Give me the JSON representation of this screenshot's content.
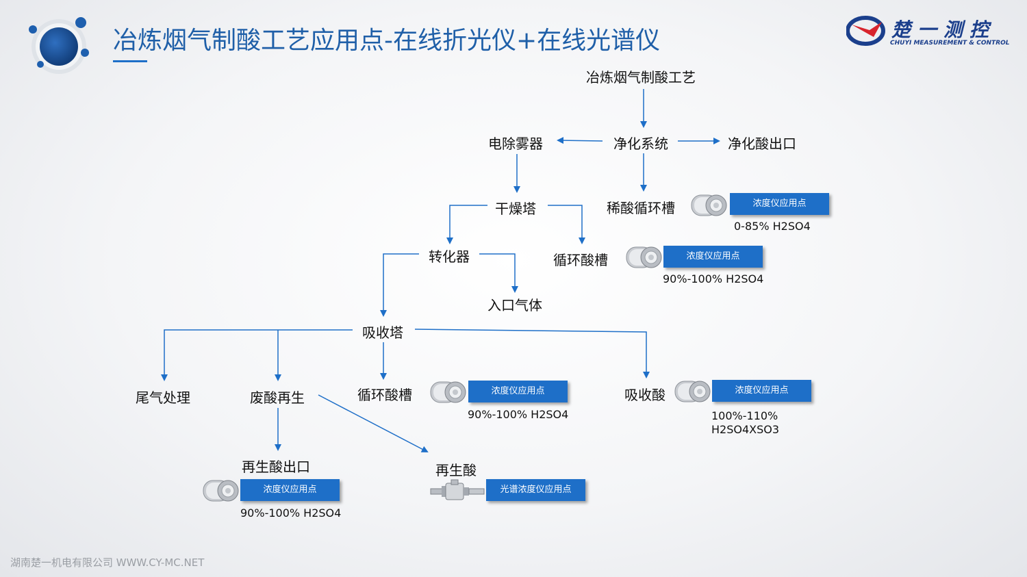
{
  "header": {
    "title": "冶炼烟气制酸工艺应用点-在线折光仪+在线光谱仪"
  },
  "brand": {
    "name_cn": "楚一测控",
    "name_en": "CHUYI MEASUREMENT & CONTROL"
  },
  "nodes": {
    "process": "冶炼烟气制酸工艺",
    "purification": "净化系统",
    "mist": "电除雾器",
    "acid_out": "净化酸出口",
    "dilute_tank": "稀酸循环槽",
    "drying": "干燥塔",
    "converter": "转化器",
    "circ_tank_1": "循环酸槽",
    "inlet_gas": "入口气体",
    "absorber": "吸收塔",
    "tail_gas": "尾气处理",
    "waste_regen": "废酸再生",
    "circ_tank_2": "循环酸槽",
    "absorb_acid": "吸收酸",
    "regen_out": "再生酸出口",
    "regen_acid": "再生酸"
  },
  "tags": {
    "conc_point": "浓度仪应用点",
    "spectrum_point": "光谱浓度仪应用点"
  },
  "ranges": {
    "dilute": "0-85% H2SO4",
    "circ1": "90%-100% H2SO4",
    "circ2": "90%-100% H2SO4",
    "absorb_line1": "100%-110%",
    "absorb_line2": "H2SO4XSO3",
    "regen_out": "90%-100% H2SO4"
  },
  "footer": {
    "text": "湖南楚一机电有限公司 WWW.CY-MC.NET"
  },
  "colors": {
    "accent": "#1e6fc8",
    "title": "#1f5fa8",
    "brand": "#1b3f8c"
  }
}
